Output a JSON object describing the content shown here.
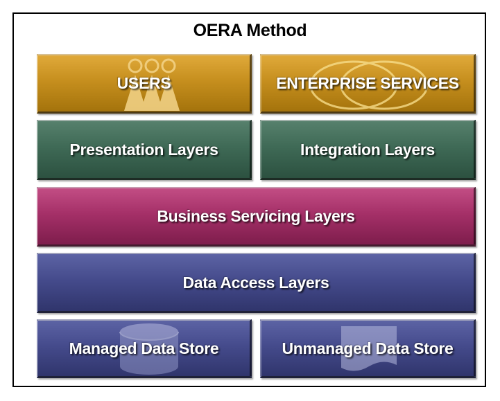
{
  "title": "OERA Method",
  "boxes": {
    "users": "USERS",
    "enterprise_services": "ENTERPRISE SERVICES",
    "presentation": "Presentation Layers",
    "integration": "Integration Layers",
    "business_servicing": "Business Servicing Layers",
    "data_access": "Data Access Layers",
    "managed_store": "Managed Data Store",
    "unmanaged_store": "Unmanaged Data Store"
  },
  "colors": {
    "gold": "#c68f1e",
    "green": "#3f6a56",
    "magenta": "#a53068",
    "blue": "#454b8c"
  },
  "icons": {
    "users": "people-icon",
    "enterprise_services": "overlapping-circles-icon",
    "managed_store": "database-cylinder-icon",
    "unmanaged_store": "document-icon"
  }
}
